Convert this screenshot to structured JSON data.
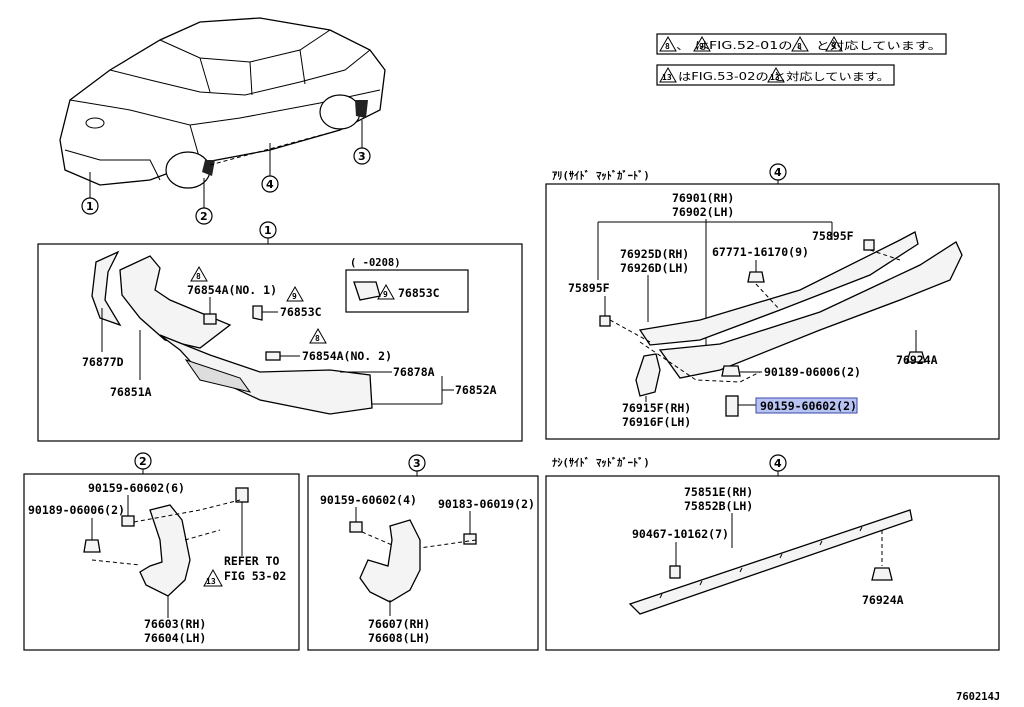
{
  "notes": {
    "line1": "、 はFIG.52-01の 、 と対応しています。",
    "line1_refs": [
      "8",
      "9",
      "8",
      "9"
    ],
    "line2": "はFIG.53-02の と対応しています。",
    "line2_refs": [
      "13",
      "13"
    ]
  },
  "overview": {
    "callouts": [
      "1",
      "2",
      "3",
      "4"
    ]
  },
  "panel1": {
    "number": "1",
    "date_range": "(   -0208)",
    "inset_part": "76853C",
    "inset_ref": "9",
    "labels": {
      "p76854a_no1": "76854A(NO. 1)",
      "p76853c": "76853C",
      "p76854a_no2": "76854A(NO. 2)",
      "p76877d": "76877D",
      "p76851a": "76851A",
      "p76878a": "76878A",
      "p76852a": "76852A"
    },
    "refs": {
      "r8a": "8",
      "r9": "9",
      "r8b": "8"
    }
  },
  "panel2": {
    "number": "2",
    "labels": {
      "bolt": "90159-60602(6)",
      "nut": "90189-06006(2)",
      "refer1": "REFER TO",
      "refer2": "FIG 53-02",
      "part_rh": "76603(RH)",
      "part_lh": "76604(LH)"
    },
    "refs": {
      "r13": "13"
    }
  },
  "panel3": {
    "number": "3",
    "labels": {
      "bolt": "90159-60602(4)",
      "clip": "90183-06019(2)",
      "part_rh": "76607(RH)",
      "part_lh": "76608(LH)"
    }
  },
  "panel4a": {
    "number": "4",
    "title": "ｱﾘ(ｻｲﾄﾞ  ﾏｯﾄﾞｶﾞｰﾄﾞ)",
    "labels": {
      "p76901": "76901(RH)",
      "p76902": "76902(LH)",
      "p76925d": "76925D(RH)",
      "p76926d": "76926D(LH)",
      "p67771": "67771-16170(9)",
      "p75895f_r": "75895F",
      "p75895f_l": "75895F",
      "p76924a": "76924A",
      "p90189": "90189-06006(2)",
      "p90159": "90159-60602(2)",
      "p76915f": "76915F(RH)",
      "p76916f": "76916F(LH)"
    },
    "highlight_color": "#b7c3f2"
  },
  "panel4b": {
    "number": "4",
    "title": "ﾅｼ(ｻｲﾄﾞ  ﾏｯﾄﾞｶﾞｰﾄﾞ)",
    "labels": {
      "p75851e": "75851E(RH)",
      "p75852b": "75852B(LH)",
      "p90467": "90467-10162(7)",
      "p76924a": "76924A"
    }
  },
  "footer": {
    "code": "760214J"
  }
}
